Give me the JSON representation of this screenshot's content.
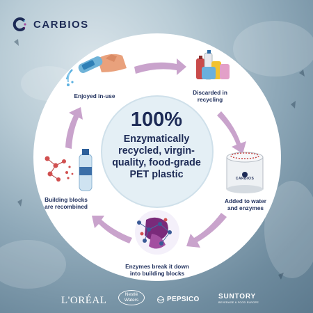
{
  "brand": {
    "name": "CARBIOS"
  },
  "center": {
    "percent": "100%",
    "lines": [
      "Enzymatically",
      "recycled, virgin-",
      "quality, food-grade",
      "PET plastic"
    ]
  },
  "steps": [
    {
      "label_lines": [
        "Enjoyed in-use"
      ],
      "icon": "hand-pouring-bottle-icon"
    },
    {
      "label_lines": [
        "Discarded in",
        "recycling"
      ],
      "icon": "plastic-waste-icon"
    },
    {
      "label_lines": [
        "Added to water",
        "and enzymes"
      ],
      "icon": "reactor-tank-icon"
    },
    {
      "label_lines": [
        "Enzymes break it down",
        "into building blocks"
      ],
      "icon": "enzyme-molecule-icon"
    },
    {
      "label_lines": [
        "Building blocks",
        "are recombined"
      ],
      "icon": "molecules-bottle-icon"
    }
  ],
  "tank_label": "CARBIOS",
  "partners": {
    "loreal": "L'ORÉAL",
    "nestle_line1": "Nestlé",
    "nestle_line2": "Waters",
    "pepsico": "PEPSICO",
    "suntory": "SUNTORY",
    "suntory_sub": "BEVERAGE & FOOD EUROPE"
  },
  "colors": {
    "navy": "#1d2b56",
    "arrow": "#c9a3cc",
    "ring": "#ffffff",
    "inner": "#e6f1f6"
  }
}
